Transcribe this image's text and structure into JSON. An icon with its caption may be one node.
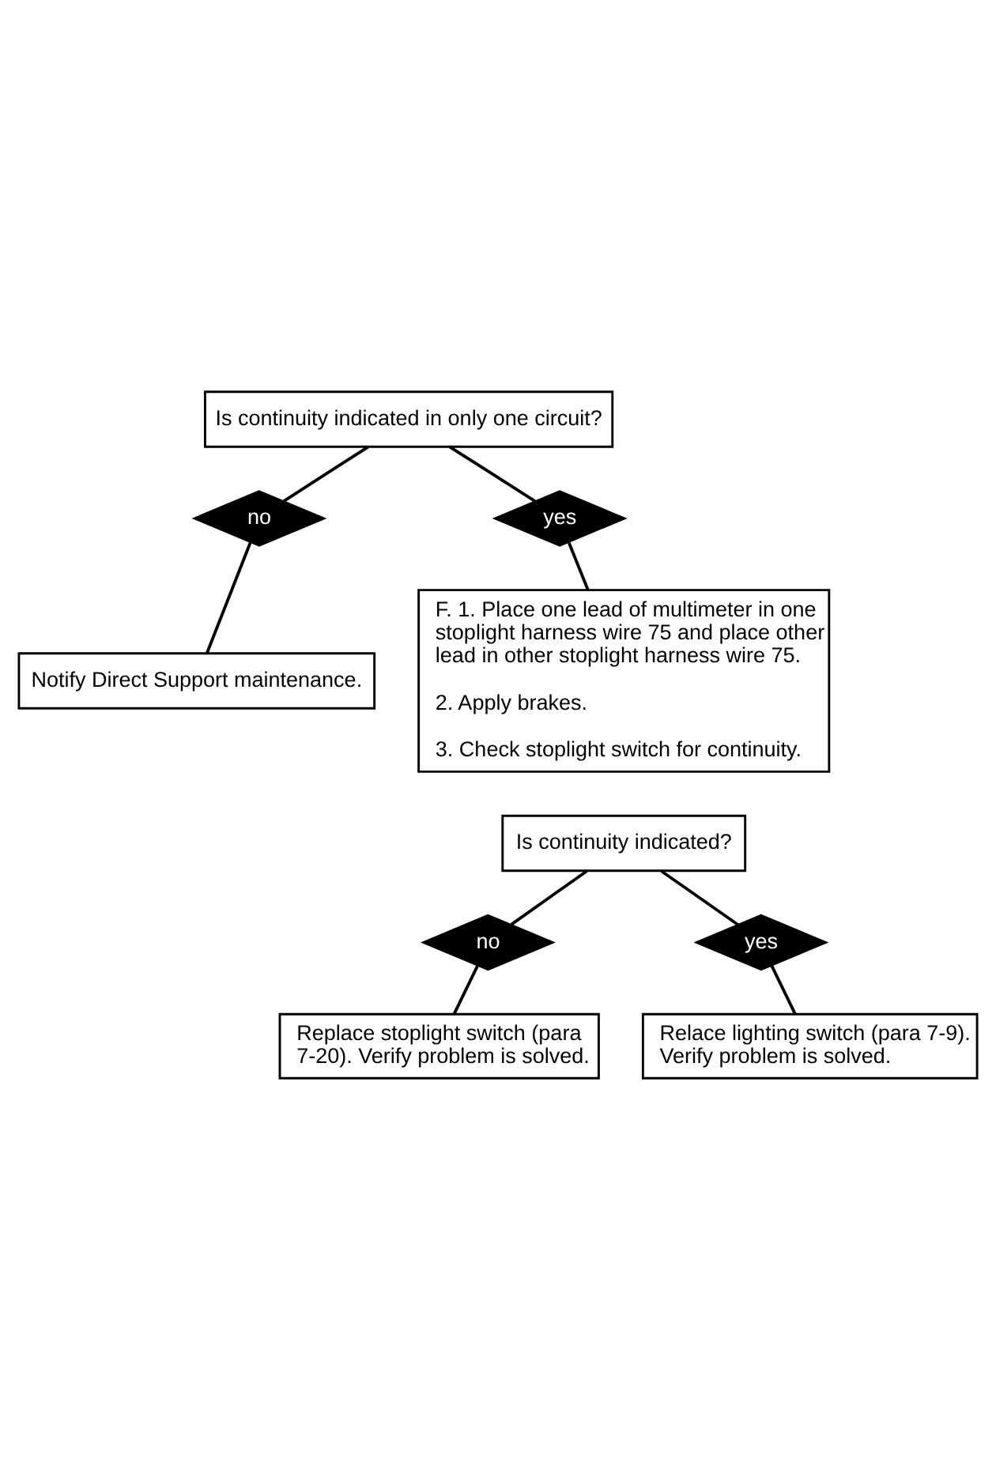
{
  "diagram": {
    "nodes": [
      {
        "text": [
          "Is continuity indicated in only one circuit?"
        ]
      },
      {
        "text": [
          "no"
        ]
      },
      {
        "text": [
          "yes"
        ]
      },
      {
        "text": [
          "Notify Direct Support maintenance."
        ]
      },
      {
        "text": [
          "F. 1. Place one lead of multimeter in one stoplight harness wire 75 and place other lead in other stoplight harness wire 75.",
          "2. Apply brakes.",
          "3. Check stoplight switch for continuity."
        ]
      },
      {
        "text": [
          "Is continuity indicated?"
        ]
      },
      {
        "text": [
          "no"
        ]
      },
      {
        "text": [
          "yes"
        ]
      },
      {
        "text": [
          "Relace lighting switch (para 7-9). Verify problem is solved."
        ]
      },
      {
        "text": [
          "Replace stoplight switch (para 7-20). Verify problem is solved."
        ]
      }
    ],
    "edges": [
      {
        "from": 0,
        "to": 1,
        "arrow": "none"
      },
      {
        "from": 0,
        "to": 2,
        "arrow": "none"
      },
      {
        "from": 1,
        "to": 3,
        "arrow": "none"
      },
      {
        "from": 2,
        "to": 4,
        "arrow": "none"
      },
      {
        "from": 5,
        "to": 6,
        "arrow": "none"
      },
      {
        "from": 5,
        "to": 7,
        "arrow": "none"
      },
      {
        "from": 7,
        "to": 8,
        "arrow": "none"
      },
      {
        "from": 6,
        "to": 9,
        "arrow": "none"
      }
    ]
  }
}
